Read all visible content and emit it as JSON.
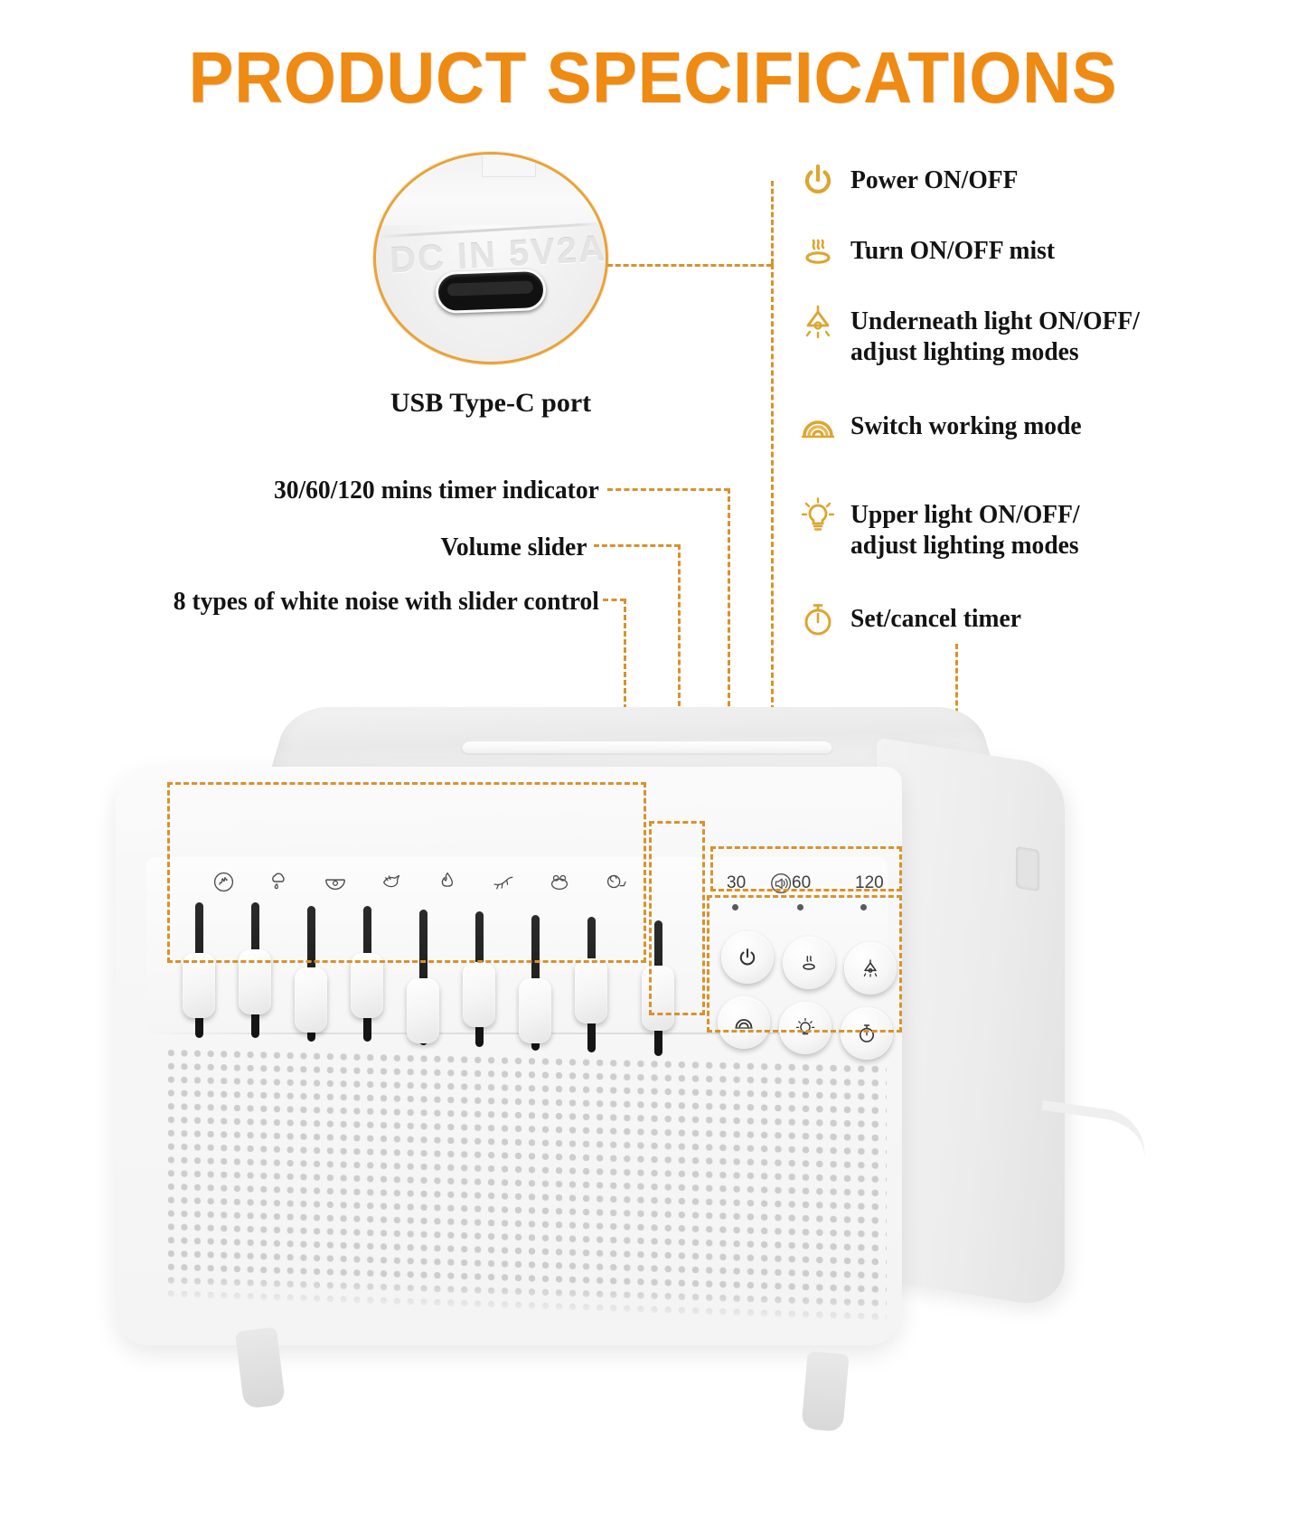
{
  "title": "PRODUCT SPECIFICATIONS",
  "accent_color": "#ef8a12",
  "connector_color": "#d9922c",
  "usb_detail": {
    "emboss_text": "DC IN 5V2A",
    "caption": "USB Type-C port",
    "port_icon": "usb-c-port-icon"
  },
  "left_labels": [
    {
      "id": "timer-indicator",
      "text": "30/60/120 mins timer indicator"
    },
    {
      "id": "volume-slider",
      "text": "Volume slider"
    },
    {
      "id": "white-noise",
      "text": "8 types of white noise with slider control"
    }
  ],
  "right_features": [
    {
      "id": "power",
      "icon": "power-icon",
      "lines": [
        "Power ON/OFF"
      ]
    },
    {
      "id": "mist",
      "icon": "mist-steam-icon",
      "lines": [
        "Turn ON/OFF mist"
      ]
    },
    {
      "id": "underneath-light",
      "icon": "hanging-lamp-icon",
      "lines": [
        "Underneath light ON/OFF/",
        "adjust lighting modes"
      ]
    },
    {
      "id": "working-mode",
      "icon": "rainbow-arc-icon",
      "lines": [
        "Switch working mode"
      ]
    },
    {
      "id": "upper-light",
      "icon": "lightbulb-icon",
      "lines": [
        "Upper light ON/OFF/",
        "adjust lighting modes"
      ]
    },
    {
      "id": "timer",
      "icon": "stopwatch-icon",
      "lines": [
        "Set/cancel timer"
      ]
    }
  ],
  "device": {
    "sound_icons": [
      "white-noise-icon",
      "cloud-rain-icon",
      "ocean-wave-icon",
      "bird-icon",
      "campfire-icon",
      "crickets-icon",
      "frog-icon",
      "snail-icon"
    ],
    "volume_icon": "volume-speaker-icon",
    "timer_marks": [
      "30",
      "60",
      "120"
    ],
    "buttons": [
      {
        "id": "power-button",
        "icon": "power-icon"
      },
      {
        "id": "mist-button",
        "icon": "mist-steam-icon"
      },
      {
        "id": "underneath-light-button",
        "icon": "hanging-lamp-icon"
      },
      {
        "id": "working-mode-button",
        "icon": "rainbow-arc-icon"
      },
      {
        "id": "upper-light-button",
        "icon": "lightbulb-icon"
      },
      {
        "id": "timer-button",
        "icon": "stopwatch-icon"
      }
    ]
  }
}
